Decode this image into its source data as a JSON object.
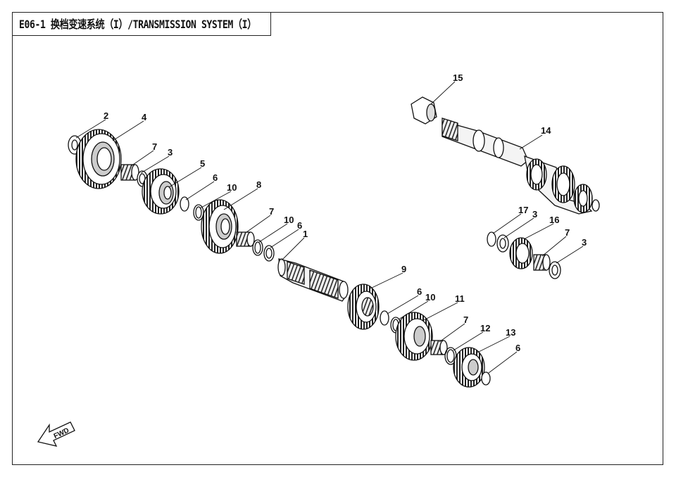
{
  "title": "E06-1  换档变速系统（I）/TRANSMISSION SYSTEM（I）",
  "direction_label": "FWD",
  "callouts": [
    "15",
    "14",
    "2",
    "4",
    "7",
    "3",
    "5",
    "6",
    "10",
    "8",
    "7",
    "10",
    "6",
    "1",
    "17",
    "3",
    "16",
    "7",
    "3",
    "9",
    "6",
    "10",
    "11",
    "7",
    "12",
    "13",
    "6"
  ],
  "colors": {
    "line": "#111111",
    "background": "#ffffff",
    "shade": "#d9d9d9"
  }
}
